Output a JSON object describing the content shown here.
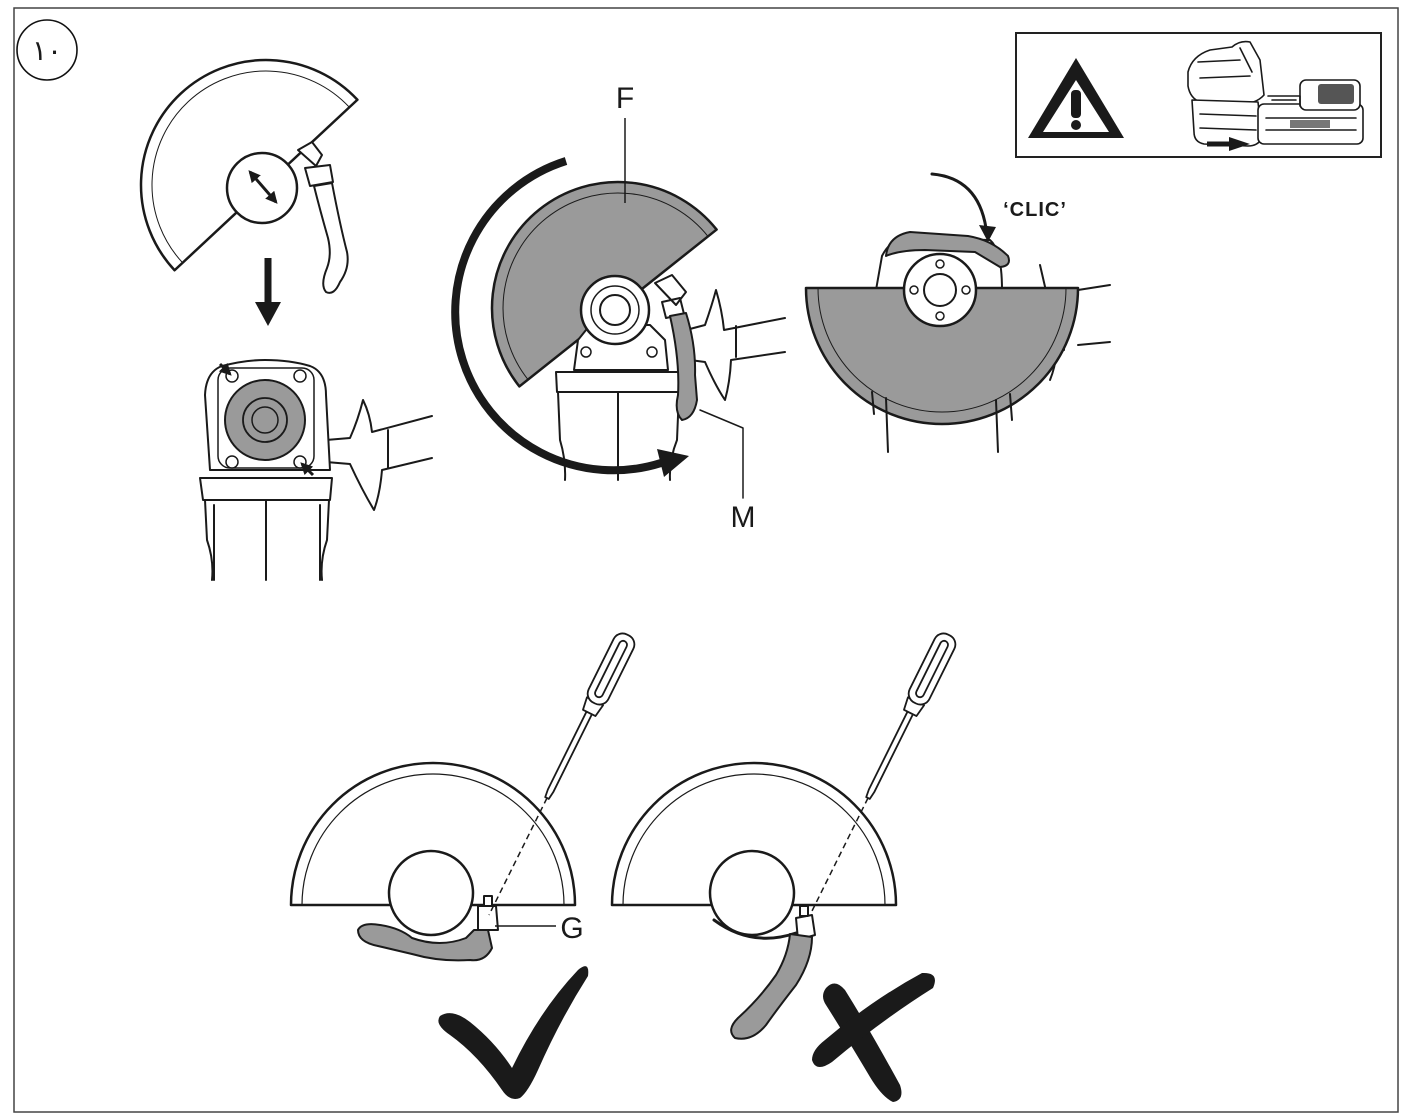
{
  "step_number": "١٠",
  "labels": {
    "guard_label": "F",
    "lever_label": "M",
    "click_sound": "‘CLIC’",
    "screw_label": "G"
  },
  "icons": {
    "warning": "warning-triangle-icon",
    "battery": "battery-removal-icon",
    "correct": "checkmark-icon",
    "incorrect": "cross-icon",
    "tool": "screwdriver-icon"
  },
  "colors": {
    "ink": "#1a1a1a",
    "part_fill": "#9a9a9a",
    "background": "#ffffff"
  }
}
